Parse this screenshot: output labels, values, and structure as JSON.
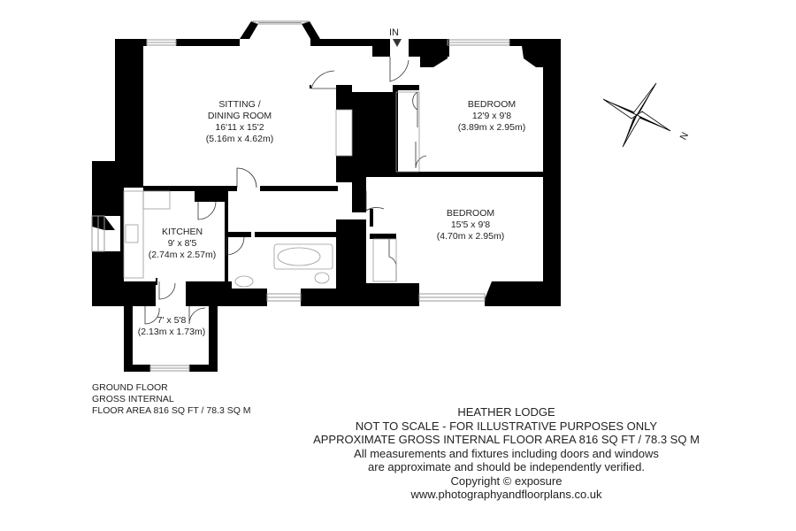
{
  "entrance_label": "IN",
  "rooms": {
    "sitting": {
      "name": "SITTING /",
      "name2": "DINING ROOM",
      "dims_imperial": "16'11 x 15'2",
      "dims_metric": "(5.16m x 4.62m)"
    },
    "bedroom1": {
      "name": "BEDROOM",
      "dims_imperial": "12'9 x 9'8",
      "dims_metric": "(3.89m x 2.95m)"
    },
    "bedroom2": {
      "name": "BEDROOM",
      "dims_imperial": "15'5 x 9'8",
      "dims_metric": "(4.70m x 2.95m)"
    },
    "kitchen": {
      "name": "KITCHEN",
      "dims_imperial": "9' x 8'5",
      "dims_metric": "(2.74m x 2.57m)"
    },
    "porch": {
      "dims_imperial": "7' x 5'8",
      "dims_metric": "(2.13m x 1.73m)"
    }
  },
  "floor_info": {
    "line1": "GROUND FLOOR",
    "line2": "GROSS INTERNAL",
    "line3": "FLOOR AREA 816 SQ FT / 78.3 SQ M"
  },
  "compass": {
    "north_label": "N"
  },
  "footer": {
    "title": "HEATHER LODGE",
    "scale_note": "NOT TO SCALE - FOR ILLUSTRATIVE PURPOSES ONLY",
    "area": "APPROXIMATE GROSS INTERNAL FLOOR AREA 816 SQ FT / 78.3 SQ M",
    "disclaimer1": "All measurements and fixtures including doors and windows",
    "disclaimer2": "are approximate and should be independently verified.",
    "copyright": "Copyright © exposure",
    "website": "www.photographyandfloorplans.co.uk"
  },
  "colors": {
    "wall": "#000000",
    "background": "#ffffff",
    "fixture": "#9a9a9a"
  }
}
